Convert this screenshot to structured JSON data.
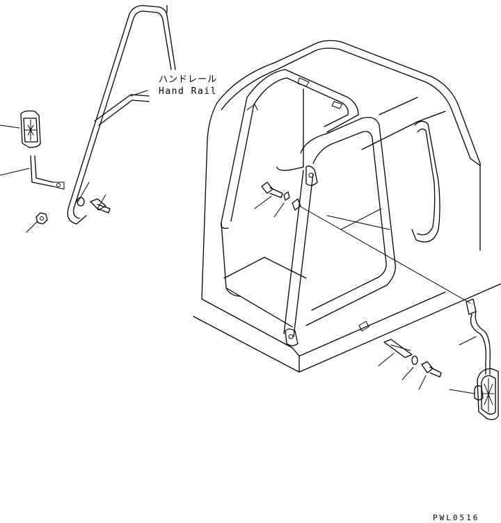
{
  "labels": {
    "handrail_jp": "ハンドレール",
    "handrail_en": "Hand Rail"
  },
  "drawing_code": "PWL0516"
}
